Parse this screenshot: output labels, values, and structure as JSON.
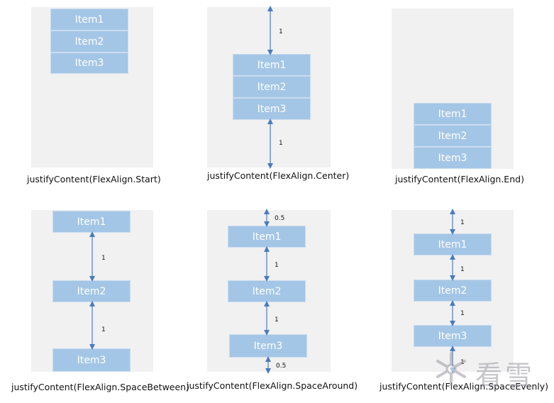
{
  "items": [
    "Item1",
    "Item2",
    "Item3"
  ],
  "captions": {
    "start": "justifyContent(FlexAlign.Start)",
    "center": "justifyContent(FlexAlign.Center)",
    "end": "justifyContent(FlexAlign.End)",
    "space_between": "justifyContent(FlexAlign.SpaceBetween)",
    "space_around": "justifyContent(FlexAlign.SpaceAround)",
    "space_evenly": "justifyContent(FlexAlign.SpaceEvenly)"
  },
  "gap_labels": {
    "one": "1",
    "half": "0.5"
  },
  "watermark": "看雪",
  "colors": {
    "panel": "#f1f1f1",
    "item": "#a4c6e6",
    "arrow": "#4a7bbf"
  }
}
